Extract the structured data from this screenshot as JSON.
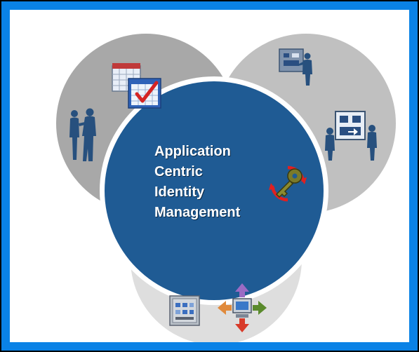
{
  "center_title_lines": [
    "Application",
    "Centric",
    "Identity",
    "Management"
  ],
  "colors": {
    "frame": "#0a82e6",
    "center": "#1f5b94",
    "left_circle": "#a8a8a8",
    "right_circle": "#c0c0c0",
    "bottom_circle": "#dedede"
  },
  "icons": {
    "top_left": [
      "calendar-icon",
      "checklist-calendar-icon",
      "business-people-icon"
    ],
    "top_right": [
      "presentation-person-icon",
      "network-board-people-icon"
    ],
    "center": "key-cycle-icon",
    "bottom": [
      "device-panel-icon",
      "computer-arrows-icon"
    ]
  }
}
